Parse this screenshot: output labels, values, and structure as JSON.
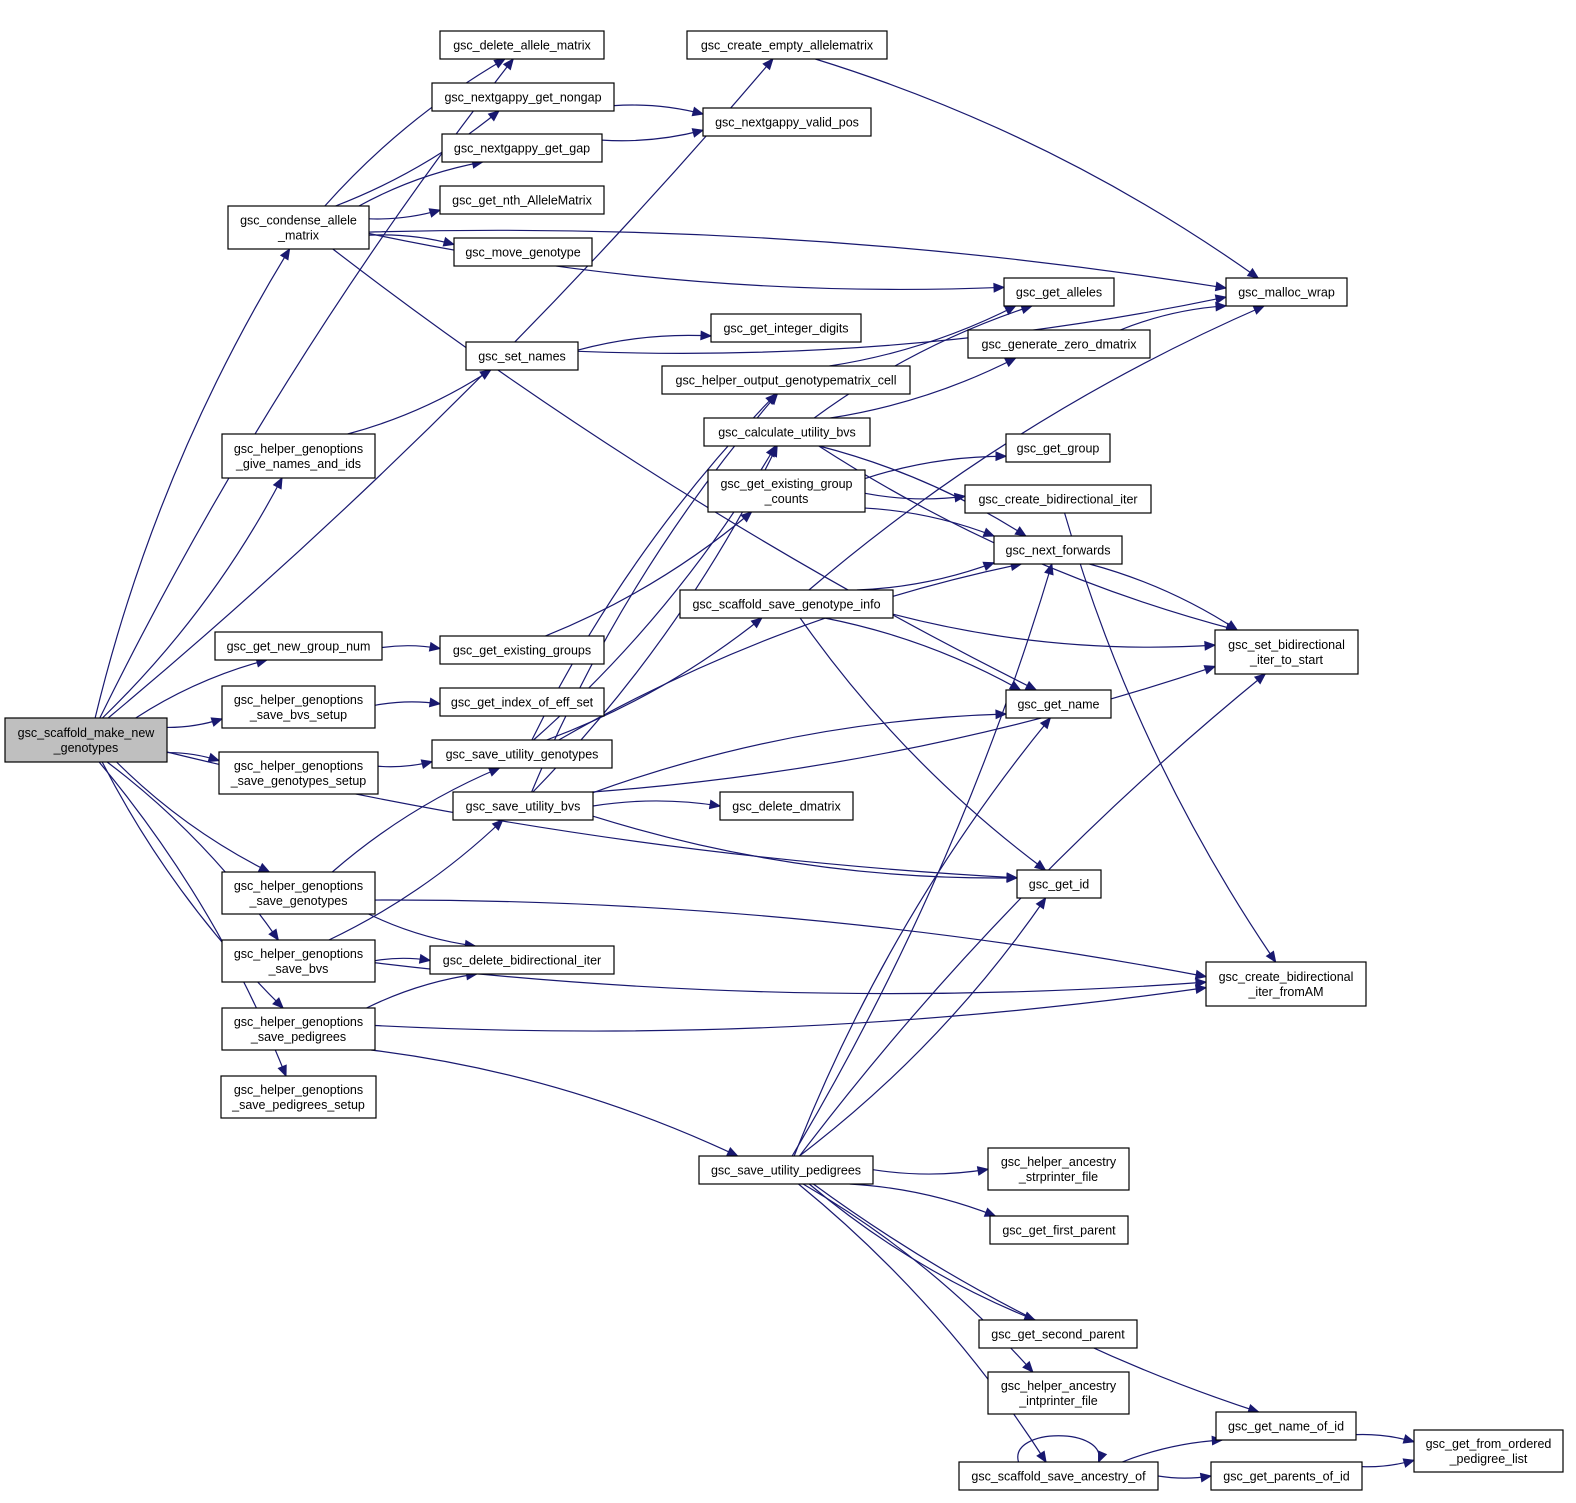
{
  "graph": {
    "root": "n0",
    "colors": {
      "edge": "#191970",
      "node_border": "#000000",
      "root_fill": "#bfbfbf",
      "node_fill": "#ffffff"
    },
    "nodes": {
      "n0": [
        "gsc_scaffold_make_new",
        "_genotypes"
      ],
      "n1": [
        "gsc_delete_allele_matrix"
      ],
      "n2": [
        "gsc_create_empty_allelematrix"
      ],
      "n3": [
        "gsc_nextgappy_get_nongap"
      ],
      "n4": [
        "gsc_nextgappy_valid_pos"
      ],
      "n5": [
        "gsc_nextgappy_get_gap"
      ],
      "n6": [
        "gsc_condense_allele",
        "_matrix"
      ],
      "n7": [
        "gsc_get_nth_AlleleMatrix"
      ],
      "n8": [
        "gsc_move_genotype"
      ],
      "n9": [
        "gsc_get_alleles"
      ],
      "n10": [
        "gsc_malloc_wrap"
      ],
      "n11": [
        "gsc_get_integer_digits"
      ],
      "n12": [
        "gsc_set_names"
      ],
      "n13": [
        "gsc_generate_zero_dmatrix"
      ],
      "n14": [
        "gsc_helper_output_genotypematrix_cell"
      ],
      "n15": [
        "gsc_calculate_utility_bvs"
      ],
      "n16": [
        "gsc_helper_genoptions",
        "_give_names_and_ids"
      ],
      "n17": [
        "gsc_get_group"
      ],
      "n18": [
        "gsc_get_existing_group",
        "_counts"
      ],
      "n19": [
        "gsc_create_bidirectional_iter"
      ],
      "n20": [
        "gsc_next_forwards"
      ],
      "n21": [
        "gsc_scaffold_save_genotype_info"
      ],
      "n22": [
        "gsc_get_new_group_num"
      ],
      "n23": [
        "gsc_get_existing_groups"
      ],
      "n24": [
        "gsc_set_bidirectional",
        "_iter_to_start"
      ],
      "n25": [
        "gsc_helper_genoptions",
        "_save_bvs_setup"
      ],
      "n26": [
        "gsc_get_index_of_eff_set"
      ],
      "n27": [
        "gsc_get_name"
      ],
      "n28": [
        "gsc_save_utility_genotypes"
      ],
      "n29": [
        "gsc_helper_genoptions",
        "_save_genotypes_setup"
      ],
      "n30": [
        "gsc_save_utility_bvs"
      ],
      "n31": [
        "gsc_delete_dmatrix"
      ],
      "n32": [
        "gsc_helper_genoptions",
        "_save_genotypes"
      ],
      "n33": [
        "gsc_get_id"
      ],
      "n34": [
        "gsc_helper_genoptions",
        "_save_bvs"
      ],
      "n35": [
        "gsc_delete_bidirectional_iter"
      ],
      "n36": [
        "gsc_create_bidirectional",
        "_iter_fromAM"
      ],
      "n37": [
        "gsc_helper_genoptions",
        "_save_pedigrees"
      ],
      "n38": [
        "gsc_helper_genoptions",
        "_save_pedigrees_setup"
      ],
      "n39": [
        "gsc_save_utility_pedigrees"
      ],
      "n40": [
        "gsc_helper_ancestry",
        "_strprinter_file"
      ],
      "n41": [
        "gsc_get_first_parent"
      ],
      "n42": [
        "gsc_get_second_parent"
      ],
      "n43": [
        "gsc_helper_ancestry",
        "_intprinter_file"
      ],
      "n44": [
        "gsc_get_name_of_id"
      ],
      "n45": [
        "gsc_get_from_ordered",
        "_pedigree_list"
      ],
      "n46": [
        "gsc_scaffold_save_ancestry_of"
      ],
      "n47": [
        "gsc_get_parents_of_id"
      ]
    },
    "edges": [
      [
        "n0",
        "n1"
      ],
      [
        "n0",
        "n2"
      ],
      [
        "n0",
        "n6"
      ],
      [
        "n0",
        "n16"
      ],
      [
        "n0",
        "n22"
      ],
      [
        "n0",
        "n25"
      ],
      [
        "n0",
        "n29"
      ],
      [
        "n0",
        "n32"
      ],
      [
        "n0",
        "n34"
      ],
      [
        "n0",
        "n37"
      ],
      [
        "n0",
        "n38"
      ],
      [
        "n0",
        "n33"
      ],
      [
        "n6",
        "n1"
      ],
      [
        "n6",
        "n3"
      ],
      [
        "n6",
        "n5"
      ],
      [
        "n6",
        "n7"
      ],
      [
        "n6",
        "n8"
      ],
      [
        "n6",
        "n9"
      ],
      [
        "n6",
        "n10"
      ],
      [
        "n6",
        "n27"
      ],
      [
        "n3",
        "n4"
      ],
      [
        "n5",
        "n4"
      ],
      [
        "n2",
        "n10"
      ],
      [
        "n16",
        "n12"
      ],
      [
        "n12",
        "n11"
      ],
      [
        "n12",
        "n10"
      ],
      [
        "n13",
        "n10"
      ],
      [
        "n14",
        "n9"
      ],
      [
        "n15",
        "n9"
      ],
      [
        "n15",
        "n13"
      ],
      [
        "n15",
        "n20"
      ],
      [
        "n15",
        "n24"
      ],
      [
        "n18",
        "n17"
      ],
      [
        "n18",
        "n19"
      ],
      [
        "n18",
        "n20"
      ],
      [
        "n19",
        "n36"
      ],
      [
        "n20",
        "n24"
      ],
      [
        "n21",
        "n20"
      ],
      [
        "n21",
        "n10"
      ],
      [
        "n21",
        "n24"
      ],
      [
        "n21",
        "n27"
      ],
      [
        "n21",
        "n33"
      ],
      [
        "n22",
        "n23"
      ],
      [
        "n23",
        "n18"
      ],
      [
        "n25",
        "n26"
      ],
      [
        "n29",
        "n28"
      ],
      [
        "n28",
        "n14"
      ],
      [
        "n28",
        "n15"
      ],
      [
        "n28",
        "n20"
      ],
      [
        "n28",
        "n21"
      ],
      [
        "n30",
        "n31"
      ],
      [
        "n30",
        "n33"
      ],
      [
        "n30",
        "n27"
      ],
      [
        "n30",
        "n24"
      ],
      [
        "n30",
        "n14"
      ],
      [
        "n30",
        "n15"
      ],
      [
        "n32",
        "n28"
      ],
      [
        "n32",
        "n35"
      ],
      [
        "n32",
        "n36"
      ],
      [
        "n34",
        "n30"
      ],
      [
        "n34",
        "n35"
      ],
      [
        "n34",
        "n36"
      ],
      [
        "n37",
        "n35"
      ],
      [
        "n37",
        "n36"
      ],
      [
        "n37",
        "n39"
      ],
      [
        "n39",
        "n40"
      ],
      [
        "n39",
        "n41"
      ],
      [
        "n39",
        "n42"
      ],
      [
        "n39",
        "n43"
      ],
      [
        "n39",
        "n44"
      ],
      [
        "n39",
        "n46"
      ],
      [
        "n39",
        "n20"
      ],
      [
        "n39",
        "n27"
      ],
      [
        "n39",
        "n33"
      ],
      [
        "n39",
        "n24"
      ],
      [
        "n46",
        "n46"
      ],
      [
        "n46",
        "n44"
      ],
      [
        "n46",
        "n47"
      ],
      [
        "n44",
        "n45"
      ],
      [
        "n47",
        "n45"
      ]
    ]
  }
}
